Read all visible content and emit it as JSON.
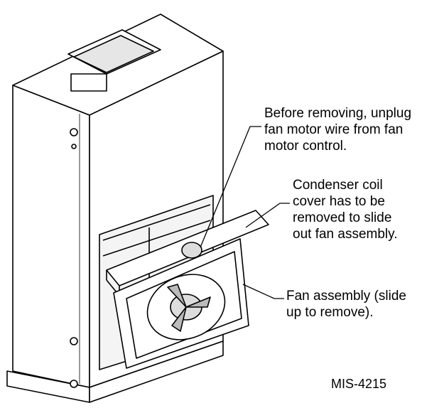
{
  "callouts": {
    "wire": {
      "line1": "Before removing, unplug",
      "line2": "fan motor wire from fan",
      "line3": "motor control."
    },
    "coil": {
      "line1": "Condenser coil",
      "line2": "cover has to be",
      "line3": "removed to slide",
      "line4": "out fan assembly."
    },
    "fan": {
      "line1": "Fan assembly (slide",
      "line2": "up to remove)."
    }
  },
  "figure_id": "MIS-4215"
}
